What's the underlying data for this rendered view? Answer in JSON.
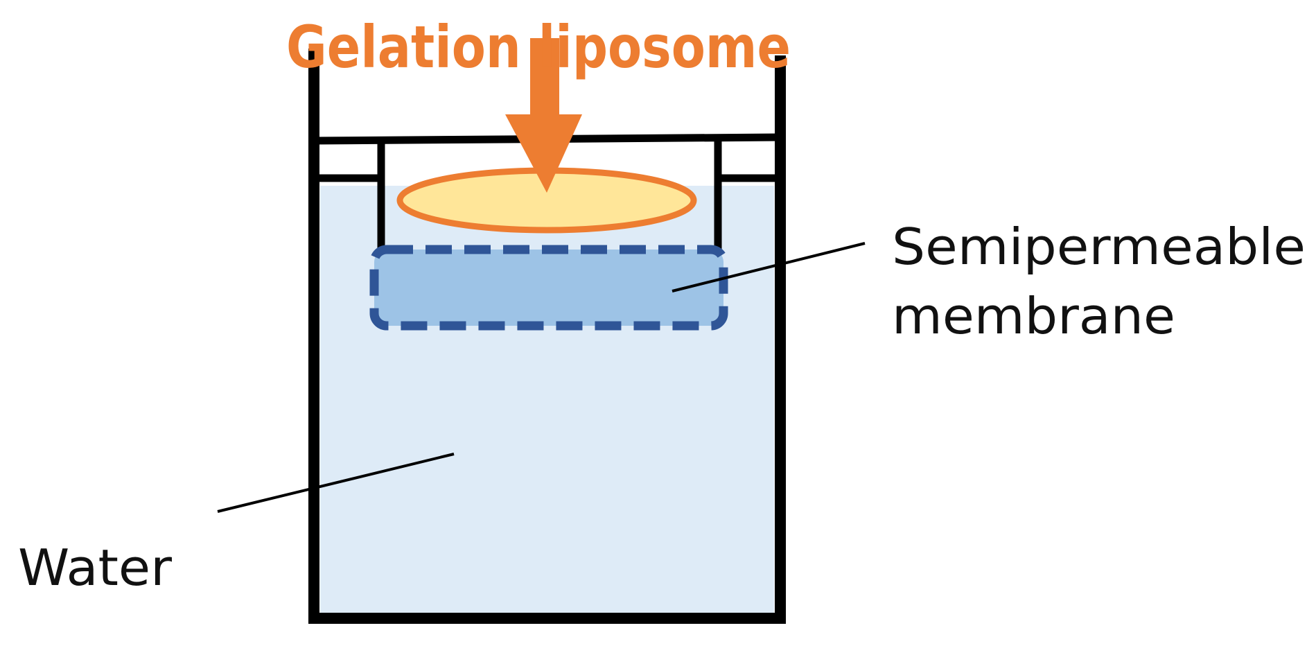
{
  "diagram": {
    "title": "Gelation liposome",
    "membrane_label_line1": "Semipermeable",
    "membrane_label_line2": "membrane",
    "water_label": "Water"
  },
  "colors": {
    "accent_orange": "#ED7D31",
    "liposome_fill": "#FFE699",
    "water_fill": "#DEEBF7",
    "membrane_fill": "#9DC3E6",
    "membrane_border": "#2F5597",
    "vessel_stroke": "#000000",
    "text": "#111111"
  }
}
